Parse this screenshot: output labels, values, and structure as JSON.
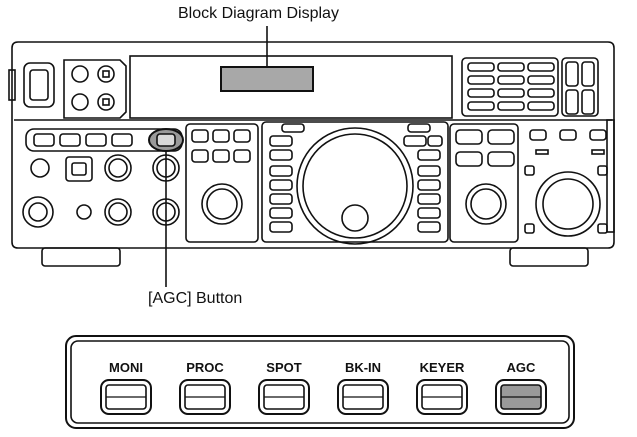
{
  "labels": {
    "block_diagram_display": "Block Diagram Display",
    "agc_button": "[AGC] Button"
  },
  "button_panel": {
    "buttons": [
      "MONI",
      "PROC",
      "SPOT",
      "BK-IN",
      "KEYER",
      "AGC"
    ],
    "highlighted": "AGC"
  },
  "colors": {
    "line": "#111111",
    "highlight_fill": "#9a9a9a",
    "display_fill": "#a8a8a8",
    "panel_fill": "#ffffff"
  }
}
